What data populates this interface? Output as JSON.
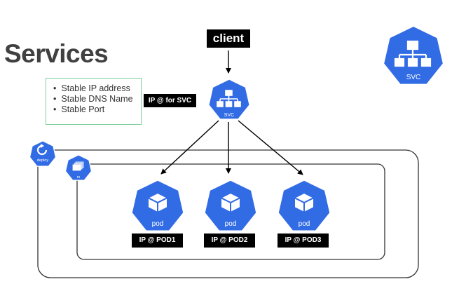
{
  "title": "Services",
  "features": [
    "Stable IP address",
    "Stable DNS Name",
    "Stable Port"
  ],
  "client_label": "client",
  "svc_ip_label": "IP @ for SVC",
  "icons": {
    "svc_main_text": "SVC",
    "svc_logo_text": "SVC",
    "deploy_text": "deploy",
    "rs_text": "rs",
    "pod_text": "pod"
  },
  "pods": [
    {
      "label": "pod",
      "ip": "IP @ POD1"
    },
    {
      "label": "pod",
      "ip": "IP @ POD2"
    },
    {
      "label": "pod",
      "ip": "IP @ POD3"
    }
  ],
  "colors": {
    "k8s_blue": "#326ce5",
    "outline": "#333333",
    "box_border": "#7ccf9a",
    "label_bg": "#000000"
  }
}
